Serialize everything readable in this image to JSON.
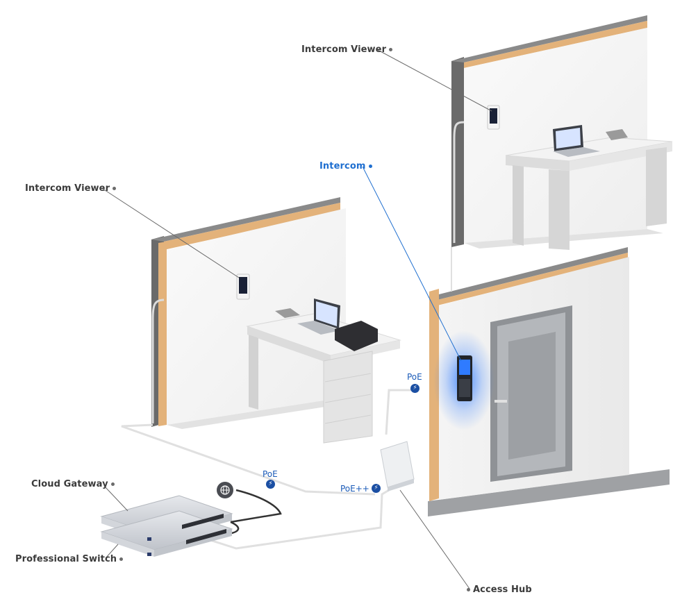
{
  "labels": {
    "viewer_top": "Intercom Viewer",
    "viewer_left": "Intercom Viewer",
    "intercom": "Intercom",
    "cloud_gateway": "Cloud Gateway",
    "professional_switch": "Professional Switch",
    "access_hub": "Access Hub"
  },
  "power": {
    "poe_right": "PoE",
    "poe_center": "PoE",
    "poe_plus": "PoE++"
  },
  "icons": {
    "internet": "globe-icon",
    "power": "lightning-bolt-icon"
  },
  "colors": {
    "accent_blue": "#1f6fd0",
    "intercom_glow": "#2f7bff",
    "wood": "#e3b27a"
  }
}
